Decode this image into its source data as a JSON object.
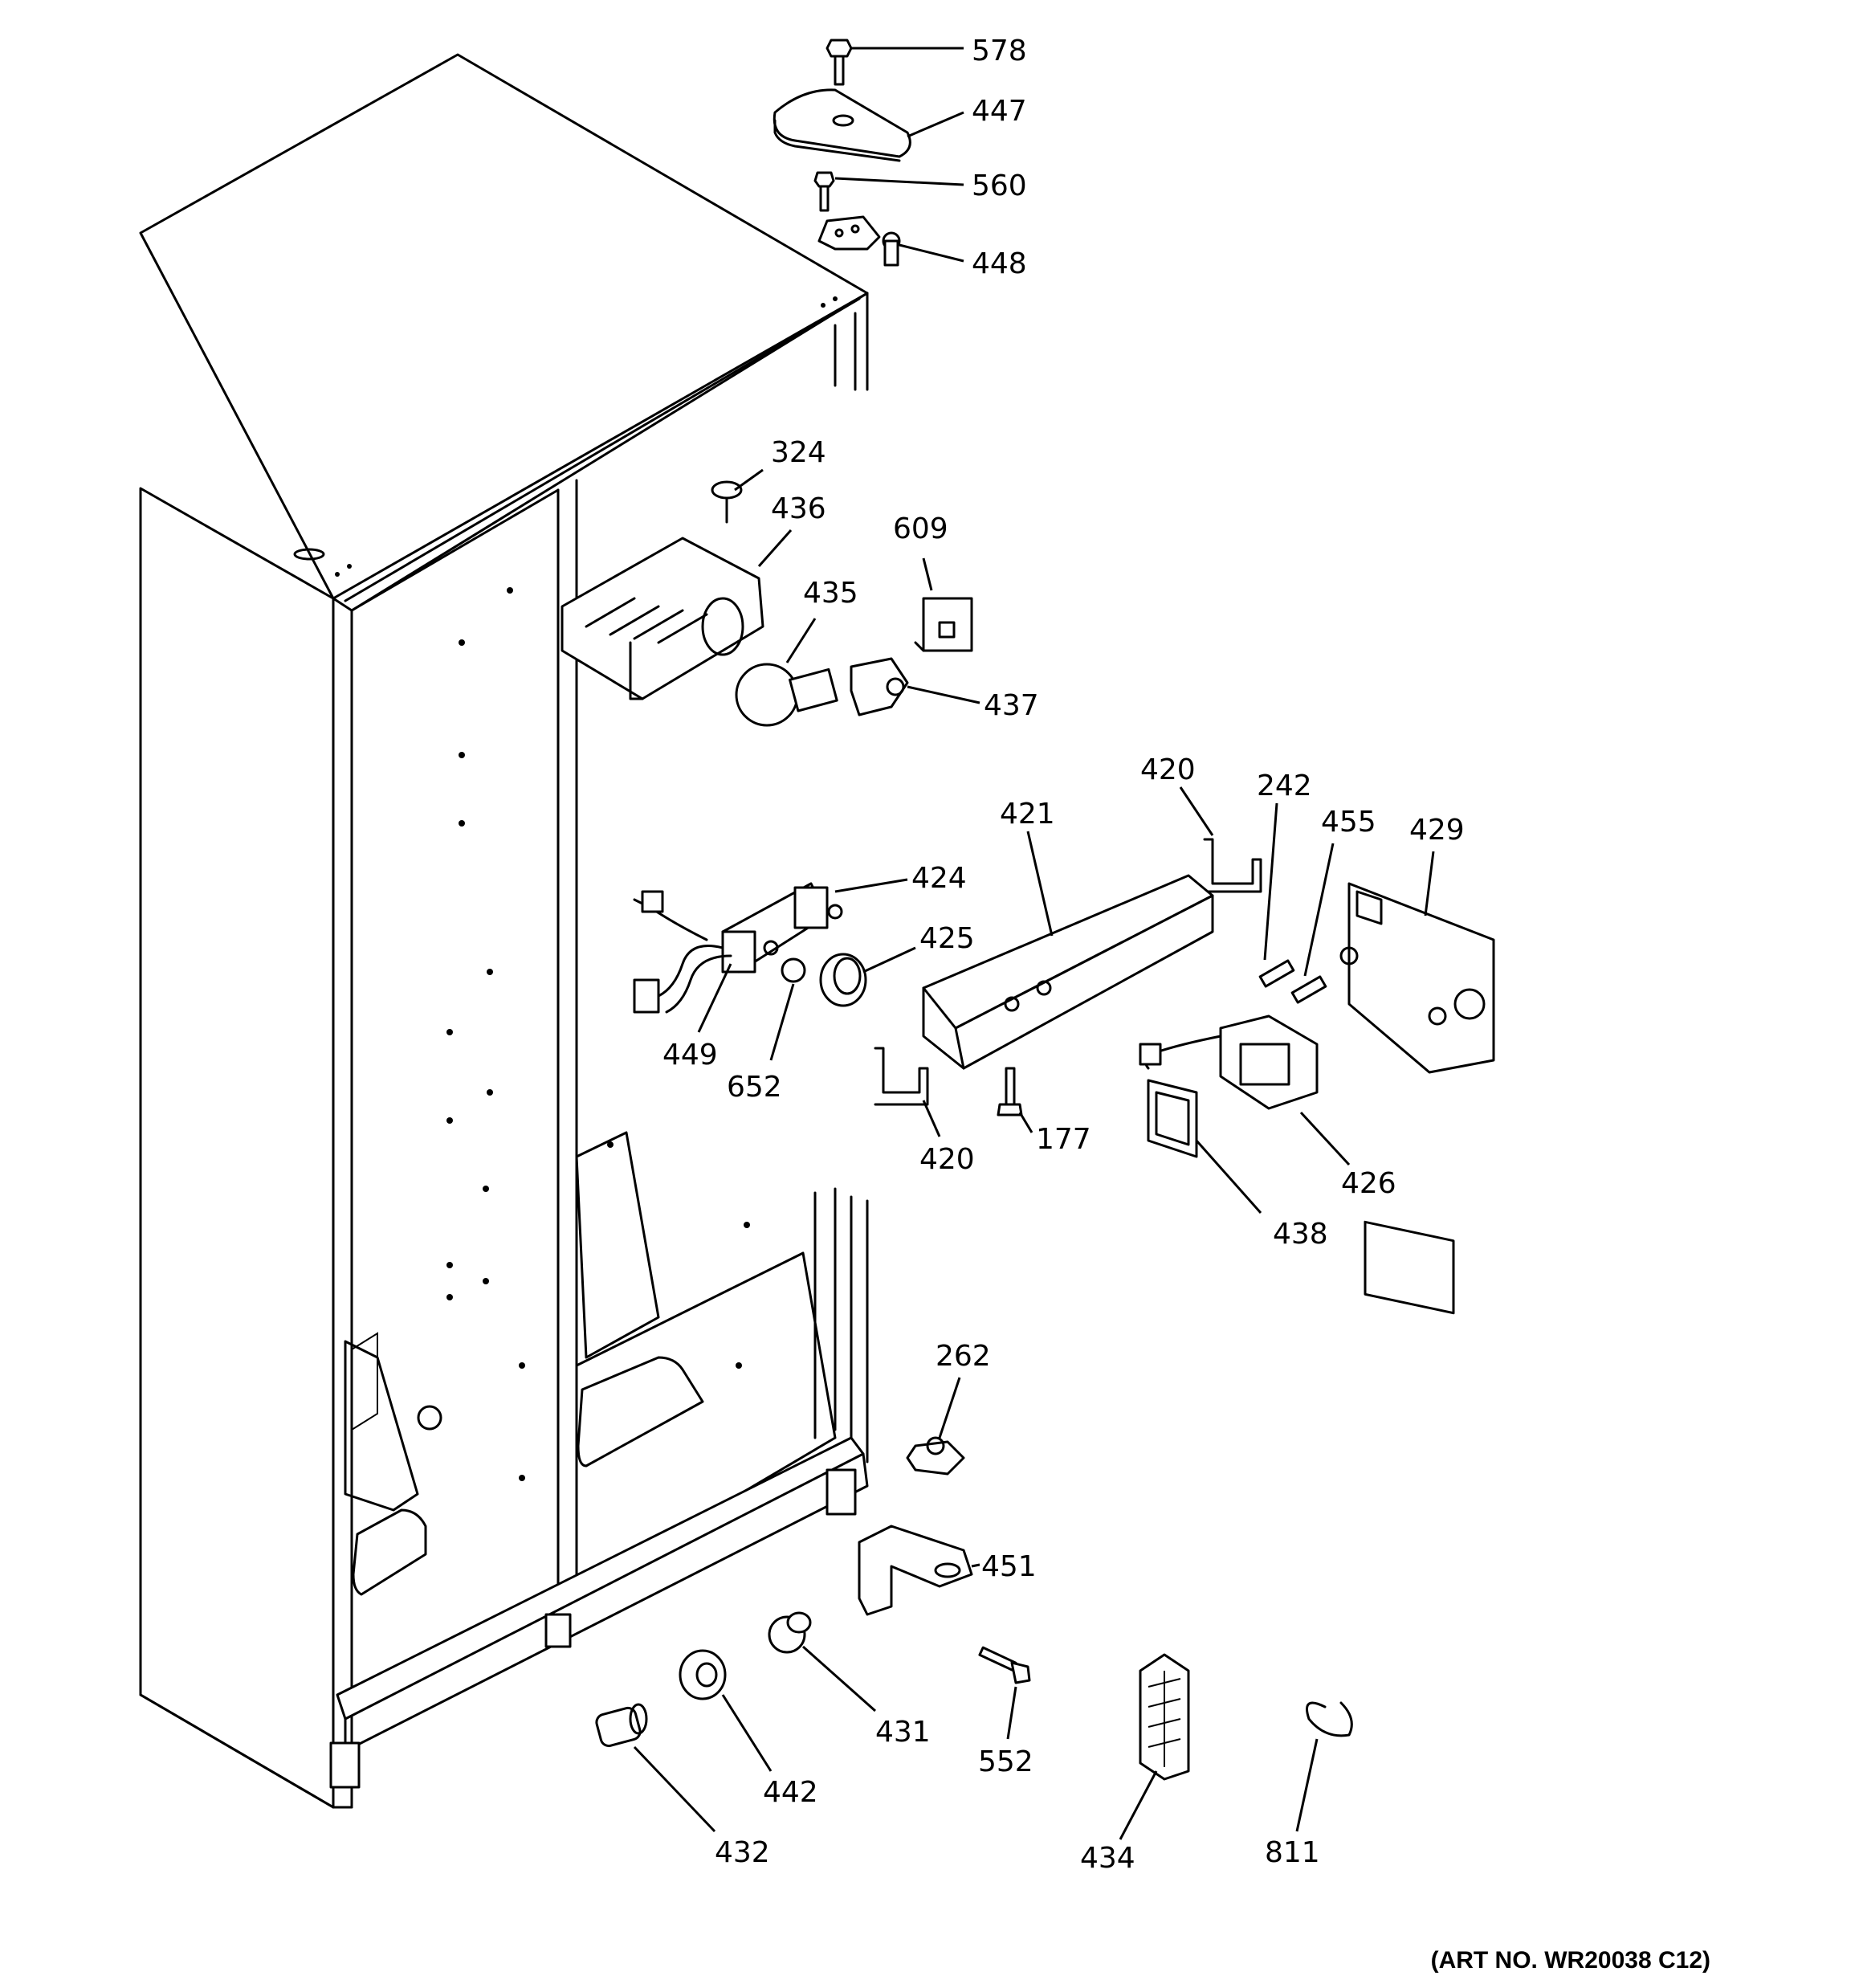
{
  "art_number": "(ART NO. WR20038 C12)",
  "callouts": [
    {
      "id": "578",
      "label": "578"
    },
    {
      "id": "447",
      "label": "447"
    },
    {
      "id": "560",
      "label": "560"
    },
    {
      "id": "448",
      "label": "448"
    },
    {
      "id": "324",
      "label": "324"
    },
    {
      "id": "436",
      "label": "436"
    },
    {
      "id": "609",
      "label": "609"
    },
    {
      "id": "435",
      "label": "435"
    },
    {
      "id": "437",
      "label": "437"
    },
    {
      "id": "420a",
      "label": "420"
    },
    {
      "id": "242",
      "label": "242"
    },
    {
      "id": "455",
      "label": "455"
    },
    {
      "id": "429",
      "label": "429"
    },
    {
      "id": "421",
      "label": "421"
    },
    {
      "id": "424",
      "label": "424"
    },
    {
      "id": "425",
      "label": "425"
    },
    {
      "id": "449",
      "label": "449"
    },
    {
      "id": "652",
      "label": "652"
    },
    {
      "id": "420b",
      "label": "420"
    },
    {
      "id": "177",
      "label": "177"
    },
    {
      "id": "426",
      "label": "426"
    },
    {
      "id": "438",
      "label": "438"
    },
    {
      "id": "262",
      "label": "262"
    },
    {
      "id": "451",
      "label": "451"
    },
    {
      "id": "431",
      "label": "431"
    },
    {
      "id": "552",
      "label": "552"
    },
    {
      "id": "442",
      "label": "442"
    },
    {
      "id": "432",
      "label": "432"
    },
    {
      "id": "434",
      "label": "434"
    },
    {
      "id": "811",
      "label": "811"
    }
  ]
}
